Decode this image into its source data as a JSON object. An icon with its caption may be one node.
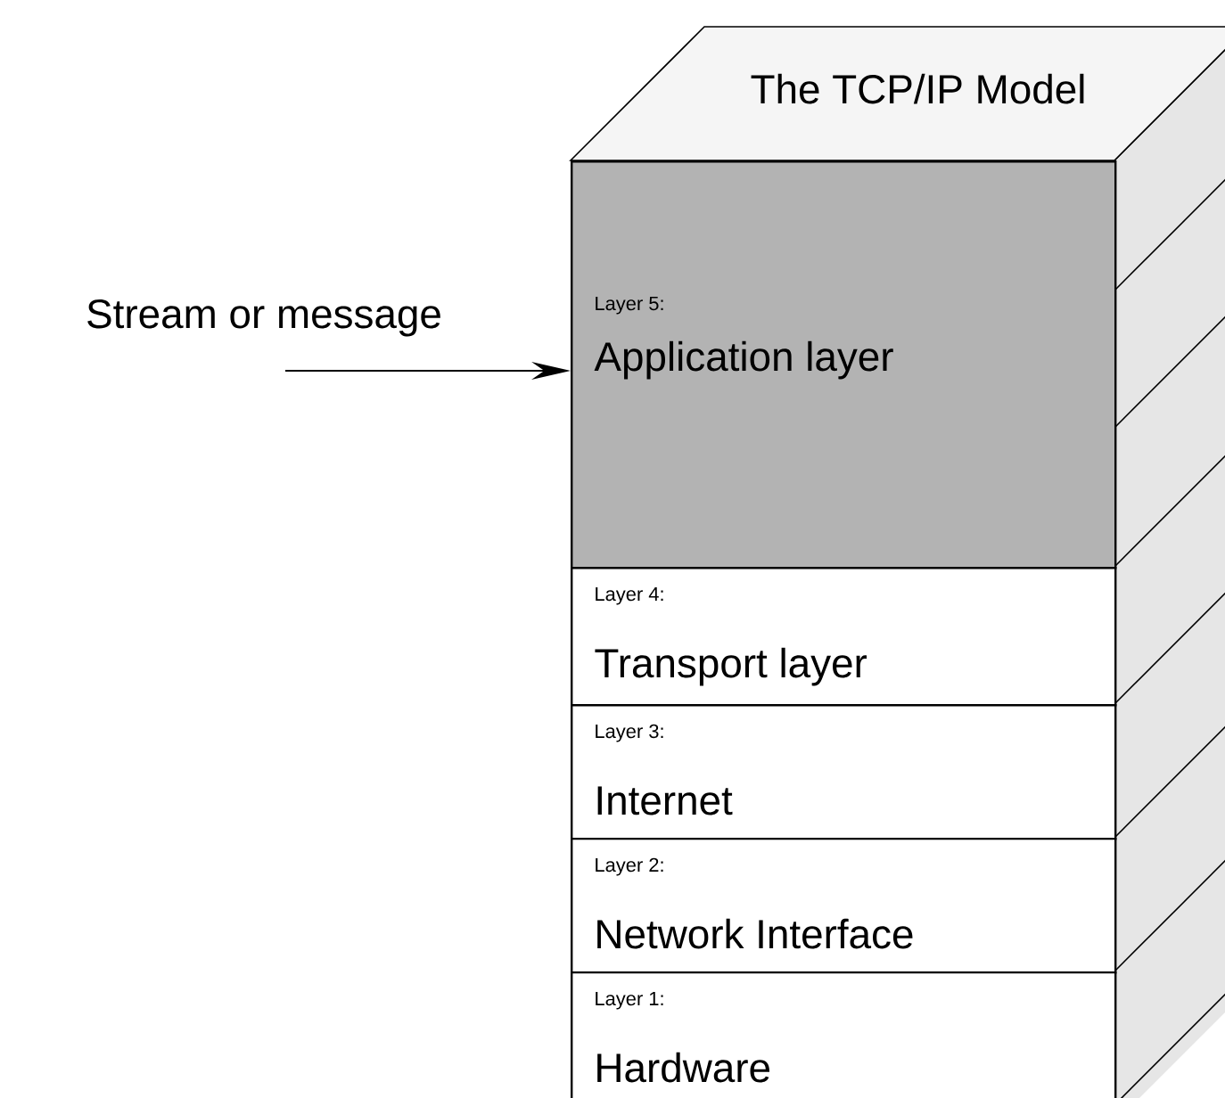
{
  "diagram": {
    "nodes": [
      {
        "text": [
          "The TCP/IP Model"
        ]
      },
      {
        "text": [
          "Layer 5:",
          "Application layer"
        ]
      },
      {
        "text": [
          "Layer 4:",
          "Transport layer"
        ]
      },
      {
        "text": [
          "Layer 3:",
          "Internet"
        ]
      },
      {
        "text": [
          "Layer 2:",
          "Network Interface"
        ]
      },
      {
        "text": [
          "Layer 1:",
          "Hardware"
        ]
      }
    ],
    "edges": [
      {
        "from": null,
        "to": 1,
        "arrow": "to"
      }
    ],
    "labels": [
      "Stream or message"
    ]
  }
}
